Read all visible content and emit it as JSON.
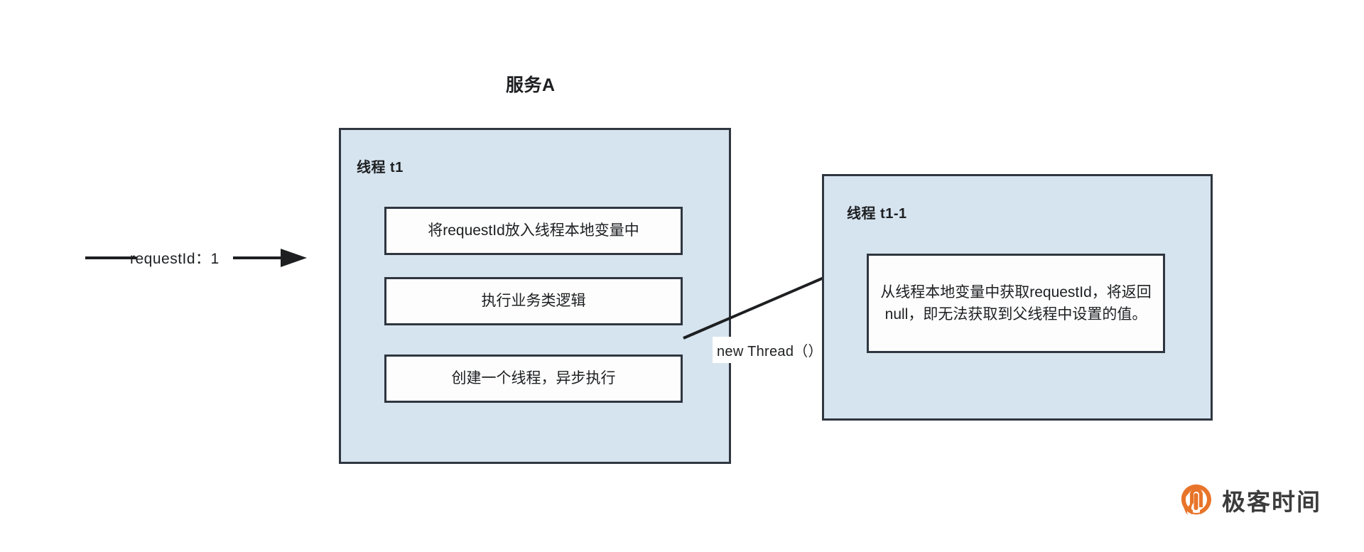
{
  "diagram": {
    "title": "服务A",
    "request_arrow_label": "requestId：1",
    "new_thread_label": "new Thread（）",
    "colors": {
      "thread_fill": "#d6e4ef",
      "border": "#2f3640",
      "step_fill": "#fdfdfd",
      "brand_orange": "#e8742a",
      "brand_text": "#3c3c3c"
    },
    "threads": [
      {
        "label": "线程 t1",
        "steps": [
          "将requestId放入线程本地变量中",
          "执行业务类逻辑",
          "创建一个线程，异步执行"
        ]
      },
      {
        "label": "线程 t1-1",
        "steps": [
          "从线程本地变量中获取requestId，将返回null，即无法获取到父线程中设置的值。"
        ]
      }
    ]
  },
  "brand": {
    "name": "极客时间",
    "icon": "geekbang-logo-icon"
  }
}
